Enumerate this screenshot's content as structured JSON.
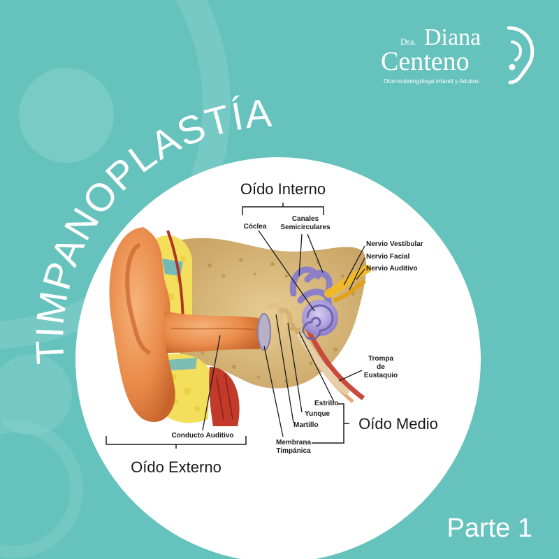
{
  "brand": {
    "prefix": "Dra.",
    "first_name": "Diana",
    "last_name": "Centeno",
    "specialty": "Otorrinolaringóloga Infantil y Adultos"
  },
  "title": "TIMPANOPLASTÍA",
  "part": "Parte 1",
  "diagram": {
    "sections": {
      "inner": "Oído Interno",
      "middle": "Oído Medio",
      "outer": "Oído Externo"
    },
    "labels": {
      "cochlea": "Cóclea",
      "canals_1": "Canales",
      "canals_2": "Semicirculares",
      "vestibular": "Nervio Vestibular",
      "facial": "Nervio Facial",
      "auditory": "Nervio Auditivo",
      "tube_1": "Trompa",
      "tube_2": "de",
      "tube_3": "Eustaquio",
      "stapes": "Estribo",
      "incus": "Yunque",
      "malleus": "Martillo",
      "membrane_1": "Membrana",
      "membrane_2": "Timpánica",
      "canal": "Conducto Auditivo"
    }
  },
  "colors": {
    "background": "#66c2bd",
    "circle": "#ffffff",
    "title": "#ffffff"
  }
}
